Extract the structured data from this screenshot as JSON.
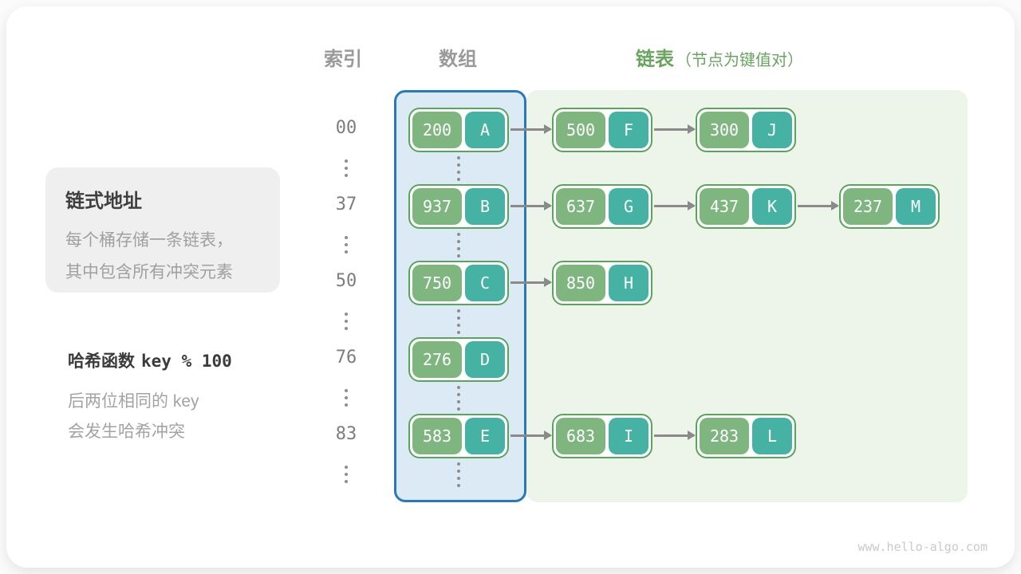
{
  "header": {
    "index_label": "索引",
    "array_label": "数组",
    "list_label": "链表",
    "list_note": "（节点为键值对）"
  },
  "sidebar": {
    "box_title": "链式地址",
    "box_line1": "每个桶存储一条链表，",
    "box_line2": "其中包含所有冲突元素",
    "hash_label": "哈希函数",
    "hash_code": "key % 100",
    "hash_line1": "后两位相同的 key",
    "hash_line2": "会发生哈希冲突"
  },
  "buckets": [
    {
      "index": "00",
      "chain": [
        {
          "key": "200",
          "value": "A"
        },
        {
          "key": "500",
          "value": "F"
        },
        {
          "key": "300",
          "value": "J"
        }
      ]
    },
    {
      "index": "37",
      "chain": [
        {
          "key": "937",
          "value": "B"
        },
        {
          "key": "637",
          "value": "G"
        },
        {
          "key": "437",
          "value": "K"
        },
        {
          "key": "237",
          "value": "M"
        }
      ]
    },
    {
      "index": "50",
      "chain": [
        {
          "key": "750",
          "value": "C"
        },
        {
          "key": "850",
          "value": "H"
        }
      ]
    },
    {
      "index": "76",
      "chain": [
        {
          "key": "276",
          "value": "D"
        }
      ]
    },
    {
      "index": "83",
      "chain": [
        {
          "key": "583",
          "value": "E"
        },
        {
          "key": "683",
          "value": "I"
        },
        {
          "key": "283",
          "value": "L"
        }
      ]
    }
  ],
  "watermark": "www.hello-algo.com",
  "colors": {
    "key-bg": "#7fb680",
    "val-bg": "#46b2a3",
    "node-border": "#58a65c",
    "array-border": "#2b7ab8",
    "array-bg": "#dceaf6",
    "list-bg": "#edf4ea",
    "header-green": "#6aa55f",
    "arrow": "#8a8a8a"
  }
}
